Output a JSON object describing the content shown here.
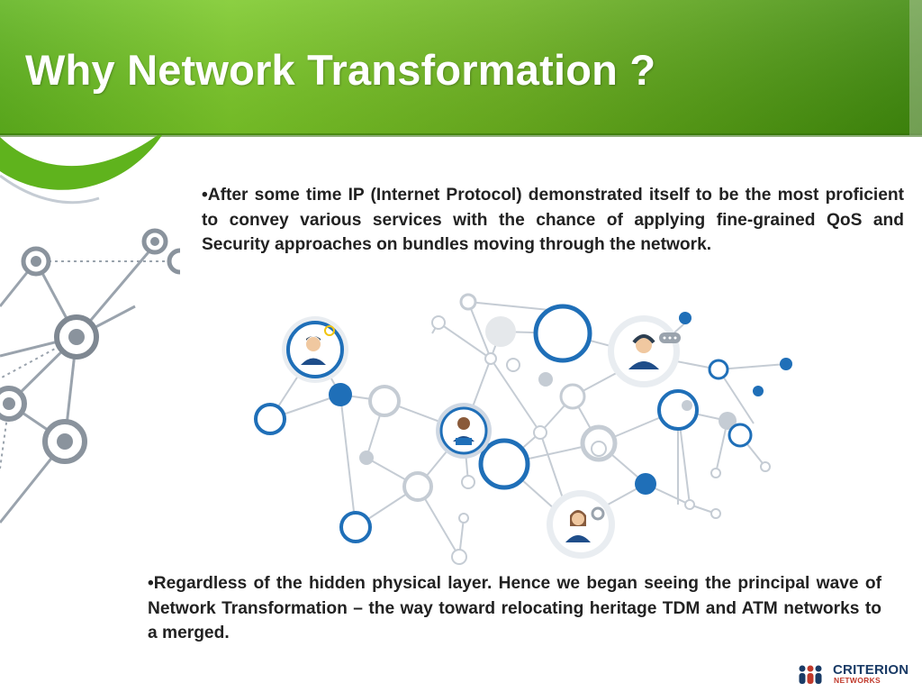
{
  "slide": {
    "title": "Why Network Transformation ?",
    "bullets": [
      "•After some time IP (Internet Protocol) demonstrated itself to be the most proficient to convey various services with the chance of applying fine-grained QoS and Security approaches on bundles moving through the network.",
      "•Regardless of the hidden physical layer. Hence we began seeing the principal wave of Network Transformation – the way toward relocating heritage TDM and ATM networks to a merged."
    ]
  },
  "logo": {
    "name": "CRITERION",
    "sub": "NETWORKS"
  },
  "colors": {
    "header_green_light": "#7cc929",
    "header_green_dark": "#3f8a0c",
    "node_blue": "#1f6fb8",
    "line_gray": "#c5ccd4",
    "logo_navy": "#1a3b66",
    "logo_red": "#c0392b"
  },
  "illustration": {
    "icons": [
      "person-with-idea-icon",
      "support-agent-icon",
      "person-at-laptop-icon",
      "person-with-gears-icon"
    ]
  }
}
